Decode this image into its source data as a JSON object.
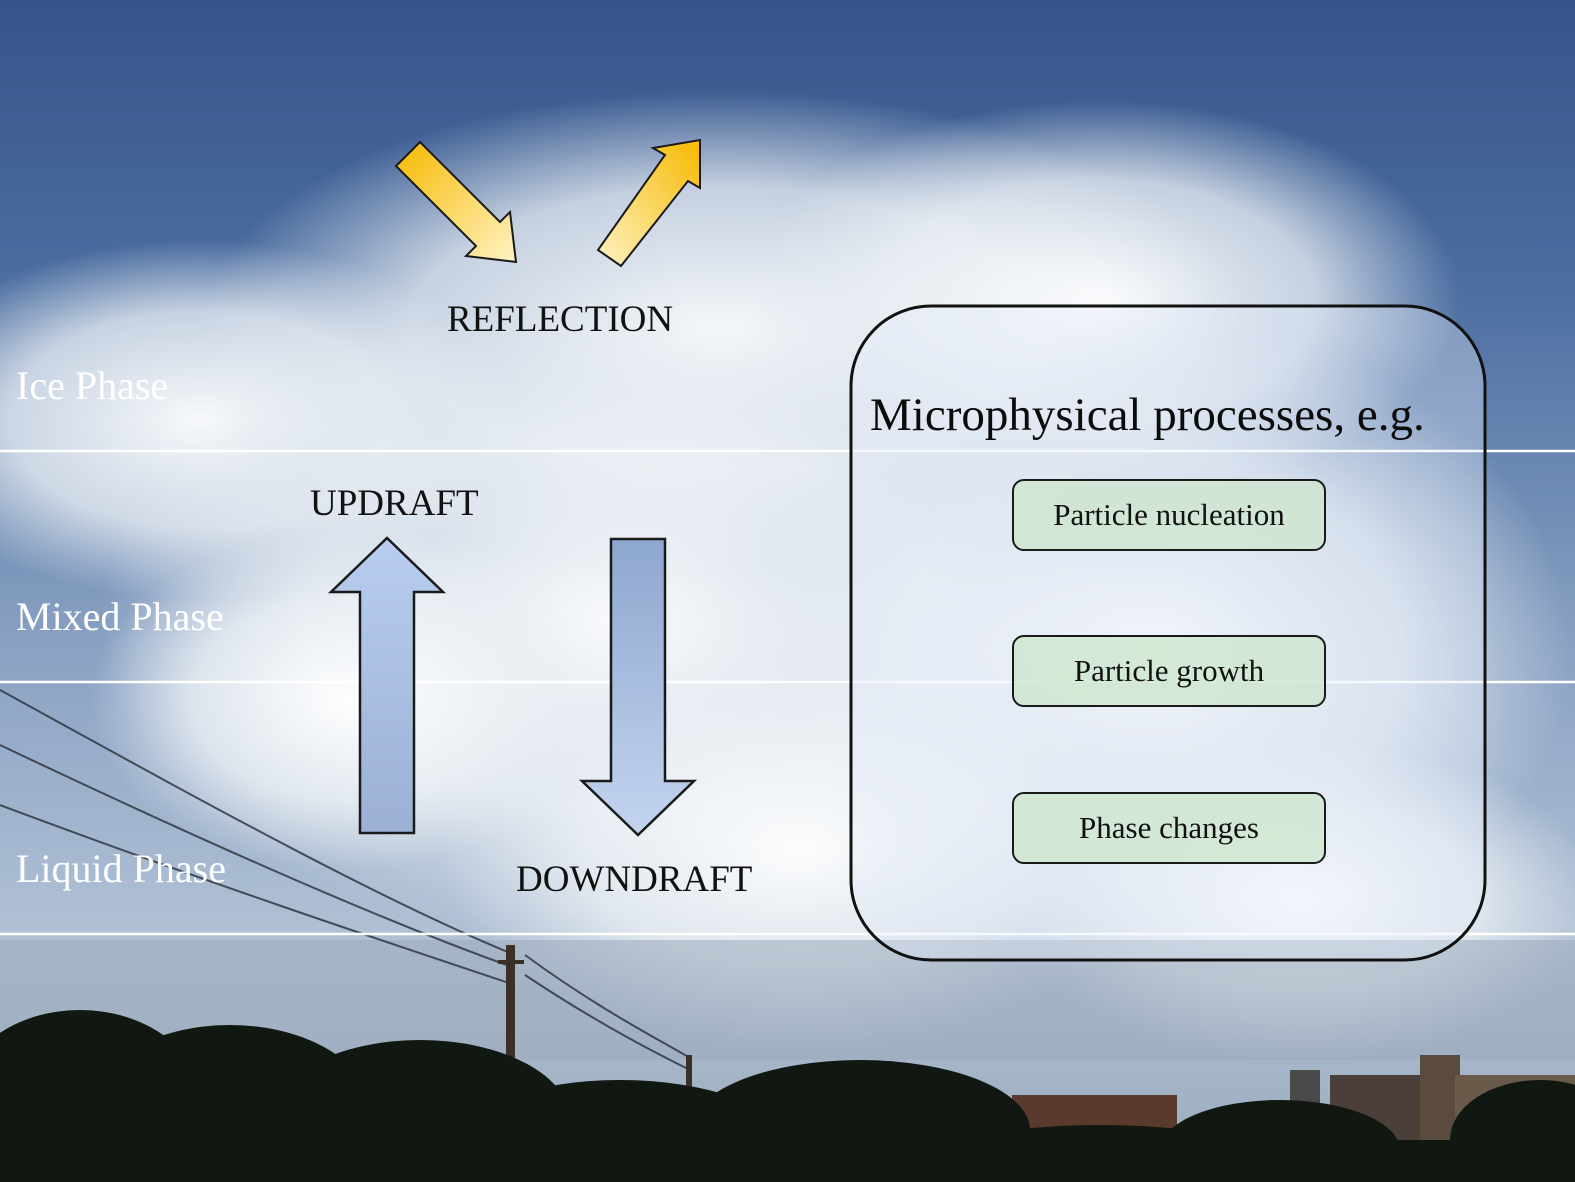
{
  "layers": {
    "ice": "Ice Phase",
    "mixed": "Mixed Phase",
    "liquid": "Liquid Phase"
  },
  "labels": {
    "reflection": "REFLECTION",
    "updraft": "UPDRAFT",
    "downdraft": "DOWNDRAFT"
  },
  "microphysics": {
    "title": "Microphysical processes, e.g.",
    "processes": [
      "Particle nucleation",
      "Particle growth",
      "Phase changes"
    ]
  },
  "colors": {
    "sky_top": "#3a5a90",
    "cloud": "#f2f5f8",
    "reflection_arrow": "#f6c21c",
    "draft_arrow": "#9fb6dc",
    "process_fill": "#cfe6cf",
    "boundary_line": "#ffffff"
  }
}
